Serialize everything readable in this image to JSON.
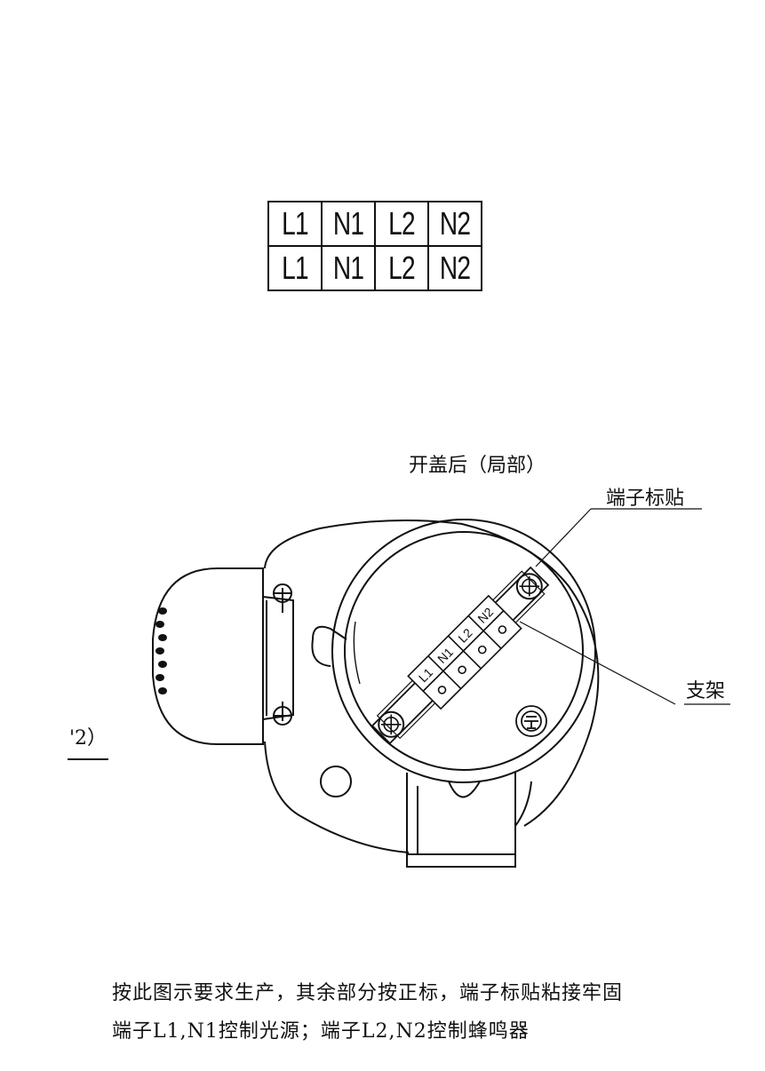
{
  "terminal_label_table": {
    "rows": [
      [
        "L1",
        "N1",
        "L2",
        "N2"
      ],
      [
        "L1",
        "N1",
        "L2",
        "N2"
      ]
    ]
  },
  "drawing": {
    "title": "开盖后（局部）",
    "callout_terminal_label": "端子标贴",
    "callout_bracket": "支架",
    "bracket_terminals": [
      "L1",
      "N1",
      "L2",
      "N2"
    ],
    "left_margin_fragment": "'2）"
  },
  "notes": {
    "line1": "按此图示要求生产，其余部分按正标，端子标贴粘接牢固",
    "line2": "端子L1,N1控制光源；端子L2,N2控制蜂鸣器"
  }
}
